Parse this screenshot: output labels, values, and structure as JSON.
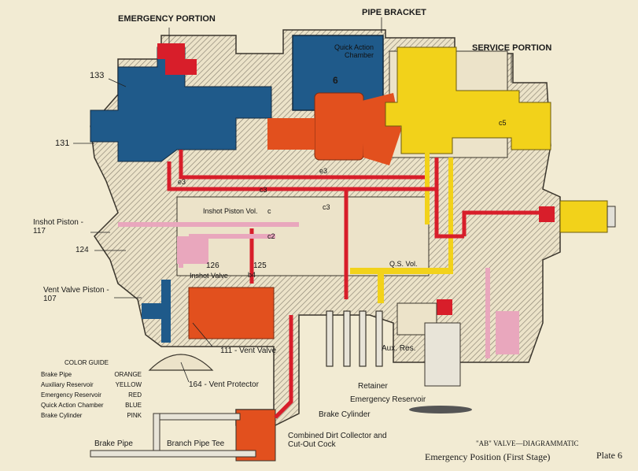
{
  "colors": {
    "brake_pipe": "#e2501e",
    "auxiliary_reservoir": "#f2d21a",
    "emergency_reservoir": "#d81e2a",
    "quick_action_chamber": "#1f5a8a",
    "brake_cylinder": "#e9a7bd",
    "body": "#ece3c9",
    "hatch": "#8a8272",
    "background": "#f2ebd3"
  },
  "labels": {
    "emergency_portion": "EMERGENCY PORTION",
    "pipe_bracket": "PIPE BRACKET",
    "service_portion": "SERVICE PORTION",
    "quick_action_chamber": "Quick Action Chamber",
    "num_6": "6",
    "num_133": "133",
    "num_131": "131",
    "inshot_piston": "Inshot Piston - 117",
    "num_124": "124",
    "vent_valve_piston": "Vent Valve Piston - 107",
    "vent_valve": "111 - Vent Valve",
    "vent_protector": "164 - Vent Protector",
    "inshot_piston_vol": "Inshot Piston Vol.",
    "qs_vol": "Q.S. Vol.",
    "inshot_valve": "Inshot Valve",
    "num_126": "126",
    "num_125": "125",
    "aux_res": "Aux. Res.",
    "retainer": "Retainer",
    "emergency_reservoir": "Emergency Reservoir",
    "brake_cylinder": "Brake Cylinder",
    "dirt_collector": "Combined Dirt Collector and Cut-Out Cock",
    "brake_pipe": "Brake Pipe",
    "branch_pipe_tee": "Branch Pipe Tee",
    "valve_diagrammatic": "\"AB\" VALVE—DIAGRAMMATIC",
    "emergency_position": "Emergency Position (First Stage)",
    "plate": "Plate 6",
    "port_e3": "e3",
    "port_c3": "c3",
    "port_c": "c",
    "port_c2": "c2",
    "port_b4": "b4",
    "port_c5": "c5",
    "port_e3b": "e3",
    "port_c3b": "c3"
  },
  "color_guide": {
    "title": "COLOR GUIDE",
    "rows": [
      {
        "name": "Brake Pipe",
        "color": "ORANGE"
      },
      {
        "name": "Auxiliary Reservoir",
        "color": "YELLOW"
      },
      {
        "name": "Emergency Reservoir",
        "color": "RED"
      },
      {
        "name": "Quick Action Chamber",
        "color": "BLUE"
      },
      {
        "name": "Brake Cylinder",
        "color": "PINK"
      }
    ]
  }
}
